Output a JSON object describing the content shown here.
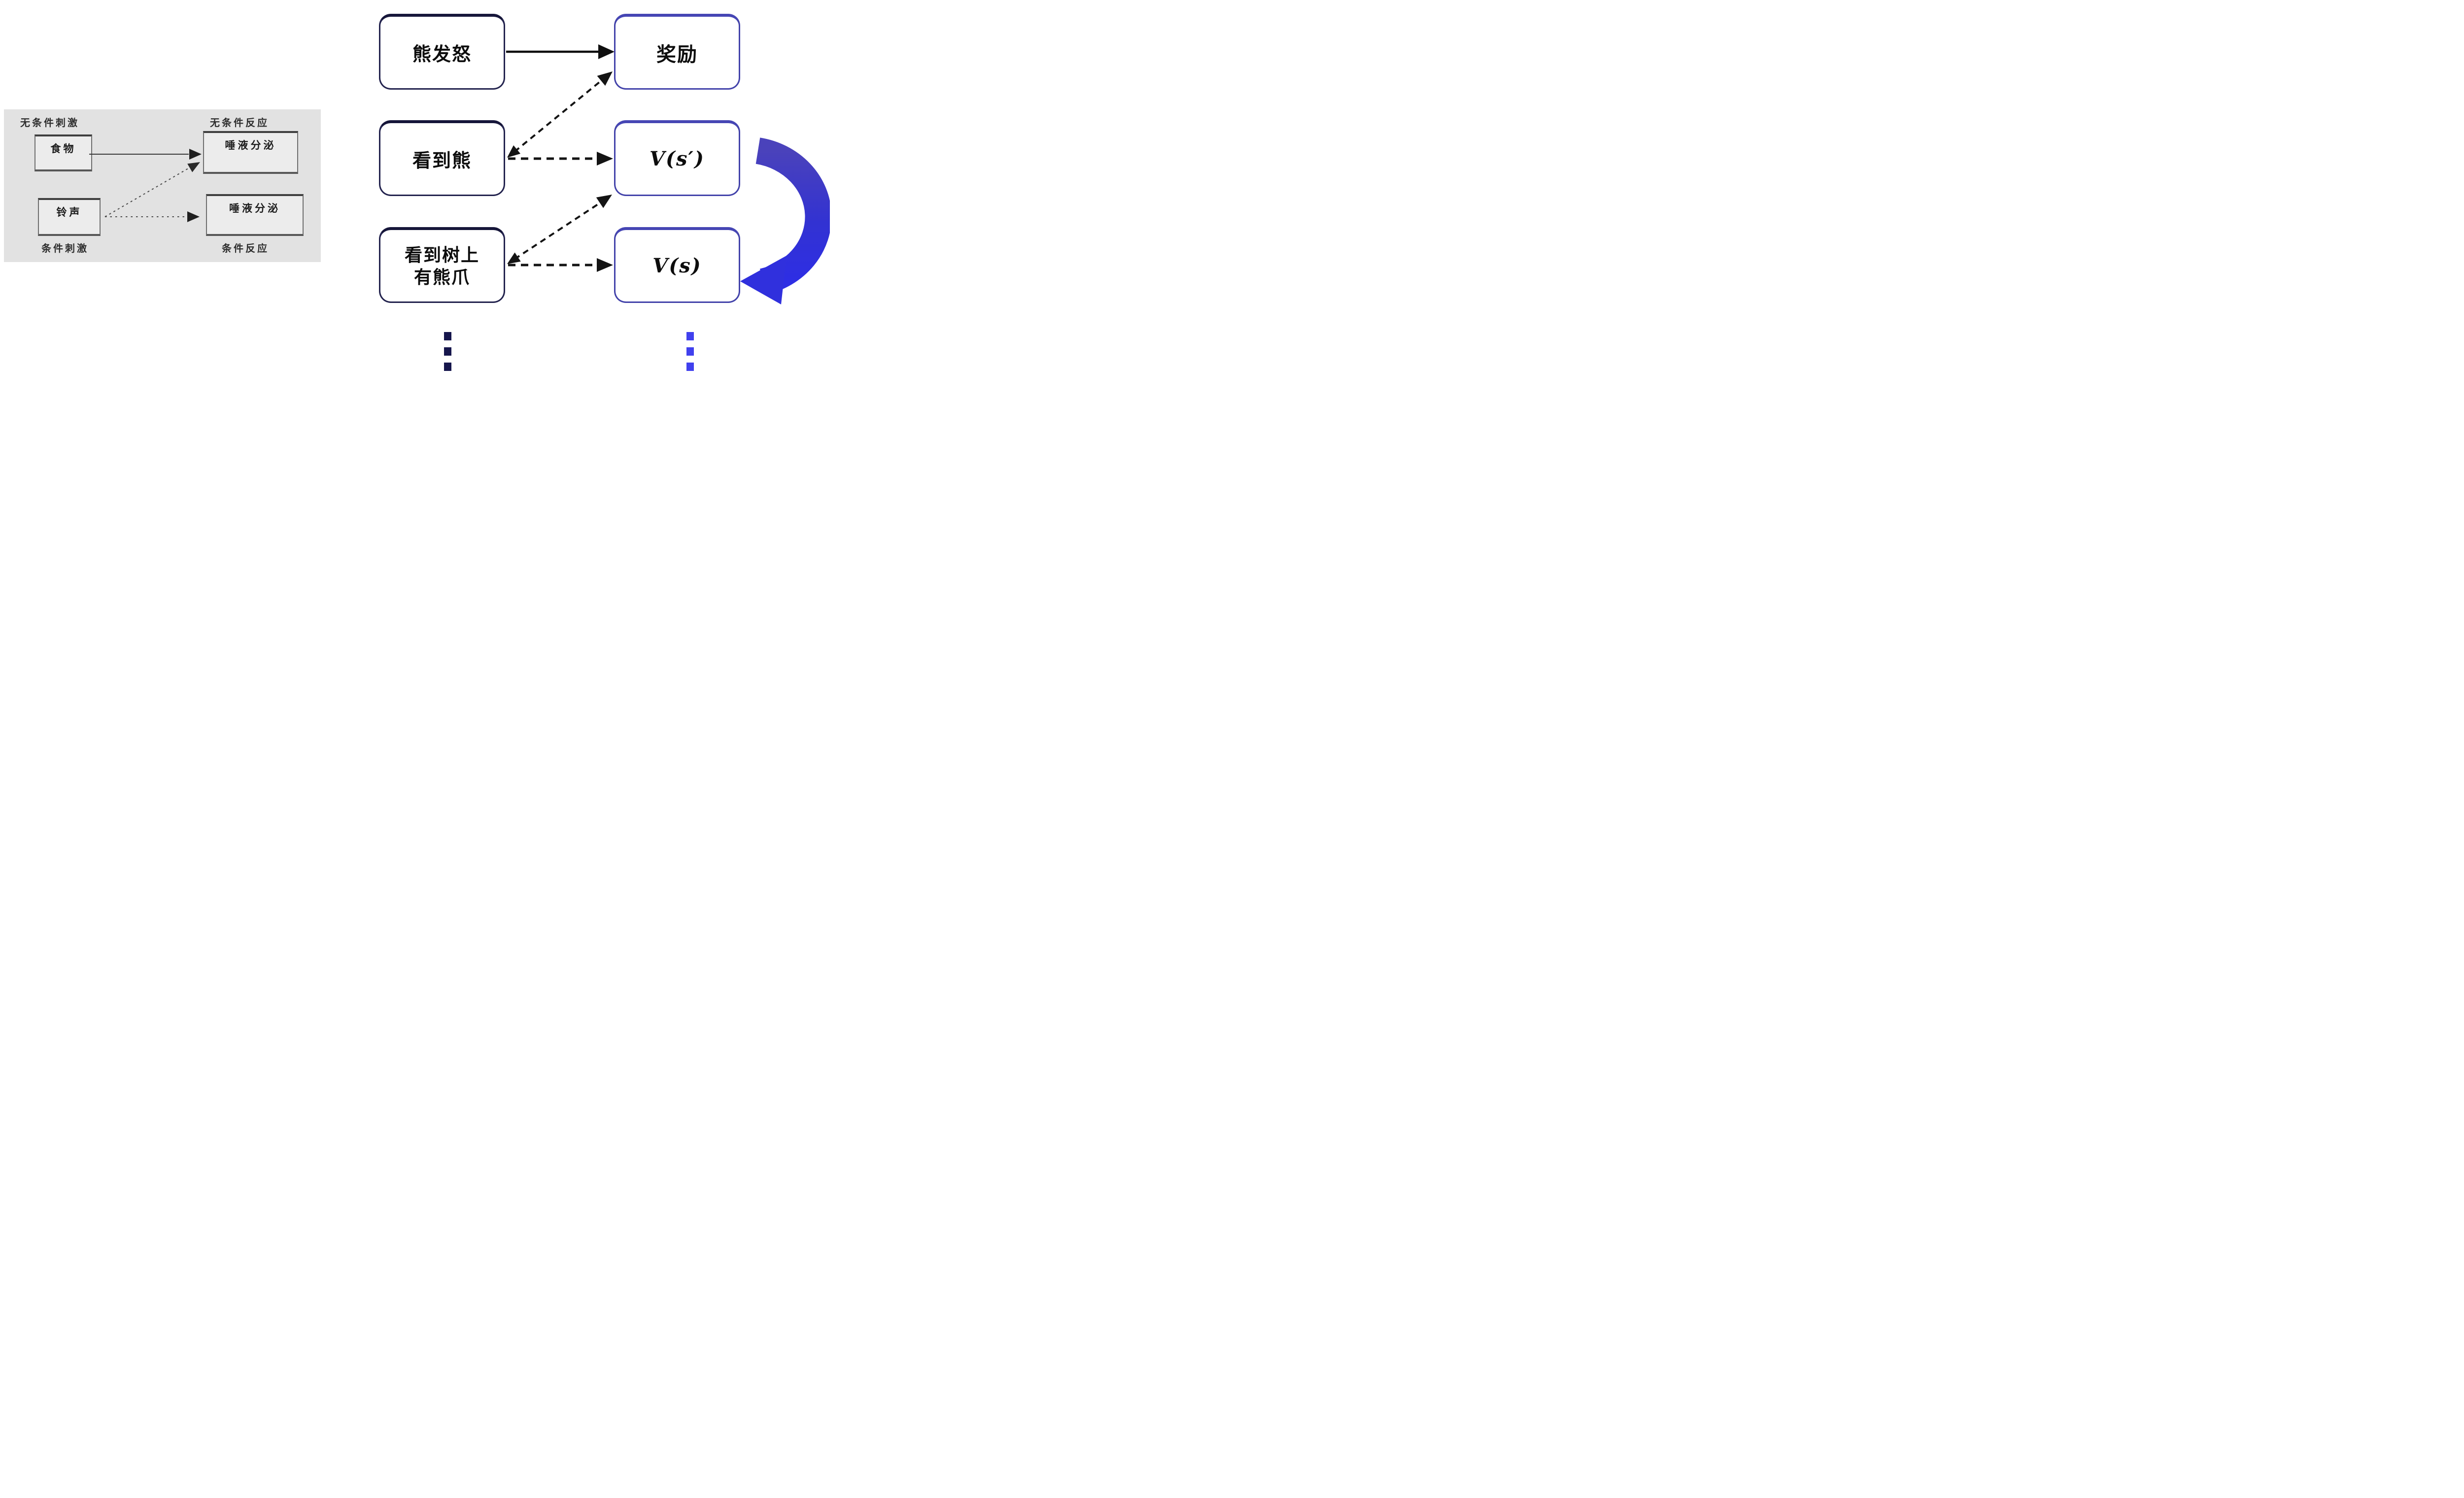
{
  "left_panel": {
    "background_color": "#e2e2e2",
    "top_left_label": "无条件刺激",
    "top_right_label": "无条件反应",
    "bottom_left_label": "条件刺激",
    "bottom_right_label": "条件反应",
    "food_box": "食物",
    "salivation_upper_box": "唾液分泌",
    "bell_box": "铃声",
    "salivation_lower_box": "唾液分泌"
  },
  "right_diagram": {
    "stimulus_box_1": "熊发怒",
    "stimulus_box_2": "看到熊",
    "stimulus_box_3_line1": "看到树上",
    "stimulus_box_3_line2": "有熊爪",
    "value_box_1": "奖励",
    "value_box_2": "V(s′)",
    "value_box_3": "V(s)",
    "stimulus_border_color": "#23234e",
    "value_border_color": "#4343aa",
    "loop_arrow_color": "#3030dd",
    "left_dots_color": "#16164c",
    "right_dots_color": "#4040ee"
  }
}
